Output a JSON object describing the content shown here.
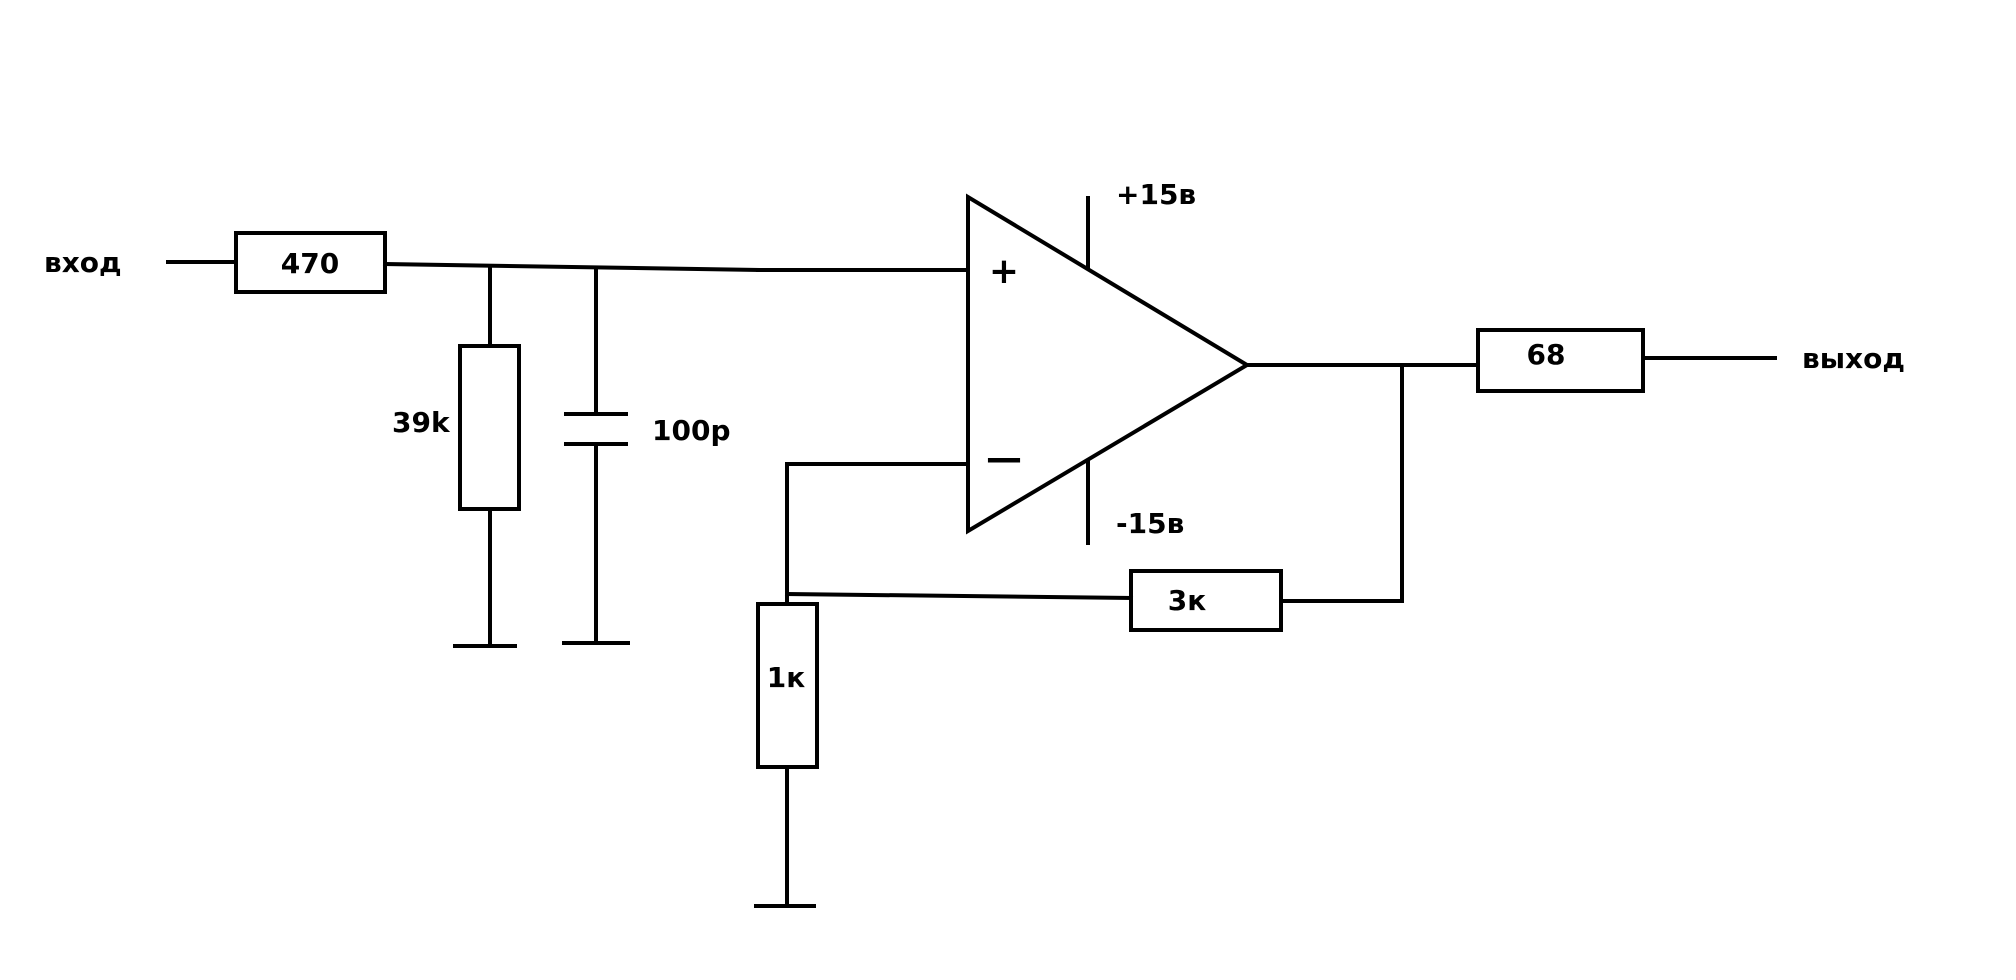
{
  "diagram": {
    "input_label": "вход",
    "output_label": "выход",
    "supply_positive": "+15в",
    "supply_negative": "-15в",
    "opamp": {
      "noninverting_sign": "+",
      "inverting_sign": "—"
    },
    "components": {
      "r_input": "470",
      "r_shunt": "39k",
      "c_shunt": "100p",
      "r_ground": "1к",
      "r_feedback": "3к",
      "r_output": "68"
    }
  }
}
